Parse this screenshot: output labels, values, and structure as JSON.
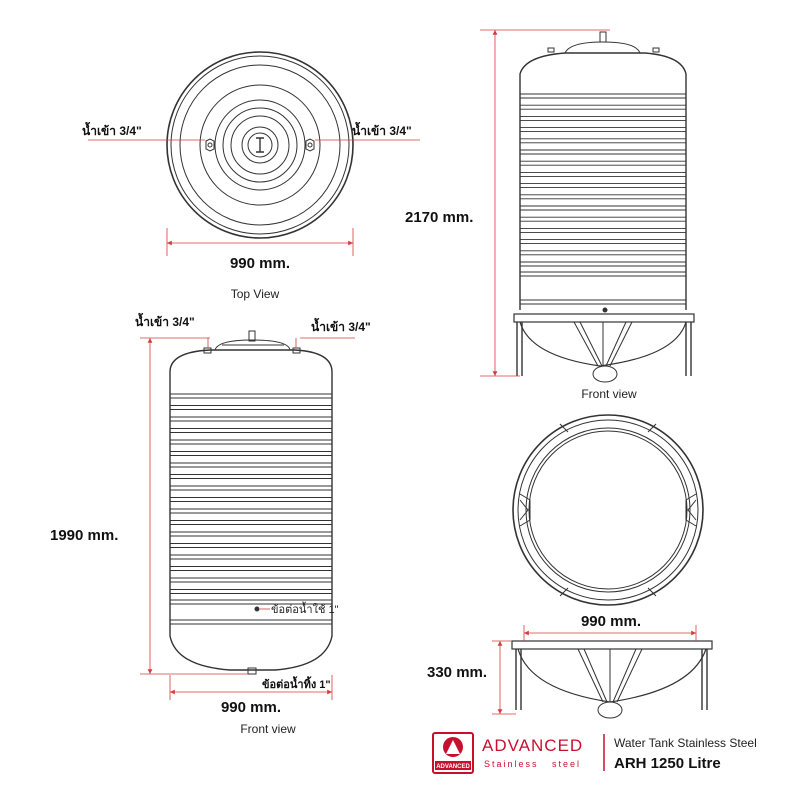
{
  "labels": {
    "inlet": "น้ำเข้า 3/4\"",
    "top_diameter": "990 mm.",
    "top_view_caption": "Top View",
    "left_height": "1990 mm.",
    "outlet_use": "ข้อต่อน้ำใช้ 1\"",
    "drain": "ข้อต่อน้ำทิ้ง 1\"",
    "left_diameter": "990 mm.",
    "left_caption": "Front view",
    "right_height": "2170 mm.",
    "right_caption": "Front view",
    "stand_diameter": "990 mm.",
    "stand_height": "330 mm."
  },
  "brand": {
    "name": "ADVANCED",
    "sub": "Stainless   steel",
    "logo_text": "ADVANCED",
    "product_line": "Water Tank Stainless Steel",
    "model": "ARH 1250 Litre"
  },
  "colors": {
    "dimension": "#d63b3b",
    "line": "#333333",
    "brand": "#c8102e"
  }
}
